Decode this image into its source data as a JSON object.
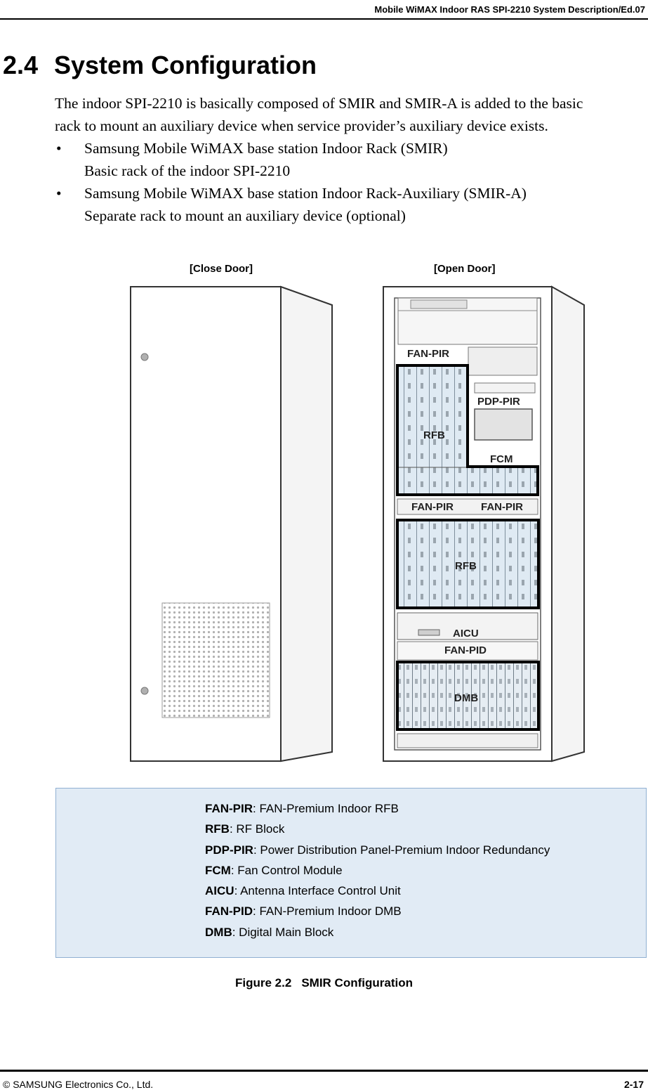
{
  "header": {
    "title": "Mobile WiMAX Indoor RAS SPI-2210 System Description/Ed.07"
  },
  "section": {
    "number": "2.4",
    "title": "System Configuration"
  },
  "body": {
    "intro_line1": "The indoor SPI-2210 is basically composed of SMIR and SMIR-A is added to the basic",
    "intro_line2": "rack to mount an auxiliary device when service provider’s auxiliary device exists.",
    "bullets": [
      {
        "marker": "•",
        "title": "Samsung Mobile WiMAX base station Indoor Rack (SMIR)",
        "desc": "Basic rack of the indoor SPI-2210"
      },
      {
        "marker": "•",
        "title": "Samsung Mobile WiMAX base station Indoor Rack-Auxiliary (SMIR-A)",
        "desc": "Separate rack to mount an auxiliary device (optional)"
      }
    ]
  },
  "figure": {
    "close_door_label": "[Close Door]",
    "open_door_label": "[Open Door]",
    "rack_labels": {
      "fan_pir_top": "FAN-PIR",
      "pdp_pir": "PDP-PIR",
      "rfb_top": "RFB",
      "fcm": "FCM",
      "fan_pir_left": "FAN-PIR",
      "fan_pir_right": "FAN-PIR",
      "rfb_bottom": "RFB",
      "aicu": "AICU",
      "fan_pid": "FAN-PID",
      "dmb": "DMB"
    },
    "legend": [
      {
        "term": "FAN-PIR",
        "def": ": FAN-Premium Indoor RFB"
      },
      {
        "term": "RFB",
        "def": ": RF Block"
      },
      {
        "term": "PDP-PIR",
        "def": ": Power Distribution Panel-Premium Indoor Redundancy"
      },
      {
        "term": "FCM",
        "def": ": Fan Control Module"
      },
      {
        "term": "AICU",
        "def": ": Antenna Interface Control Unit"
      },
      {
        "term": "FAN-PID",
        "def": ": FAN-Premium Indoor DMB"
      },
      {
        "term": "DMB",
        "def": ": Digital Main Block"
      }
    ],
    "caption_number": "Figure 2.2",
    "caption_title": "SMIR Configuration"
  },
  "footer": {
    "copyright": "© SAMSUNG Electronics Co., Ltd.",
    "page": "2-17"
  }
}
